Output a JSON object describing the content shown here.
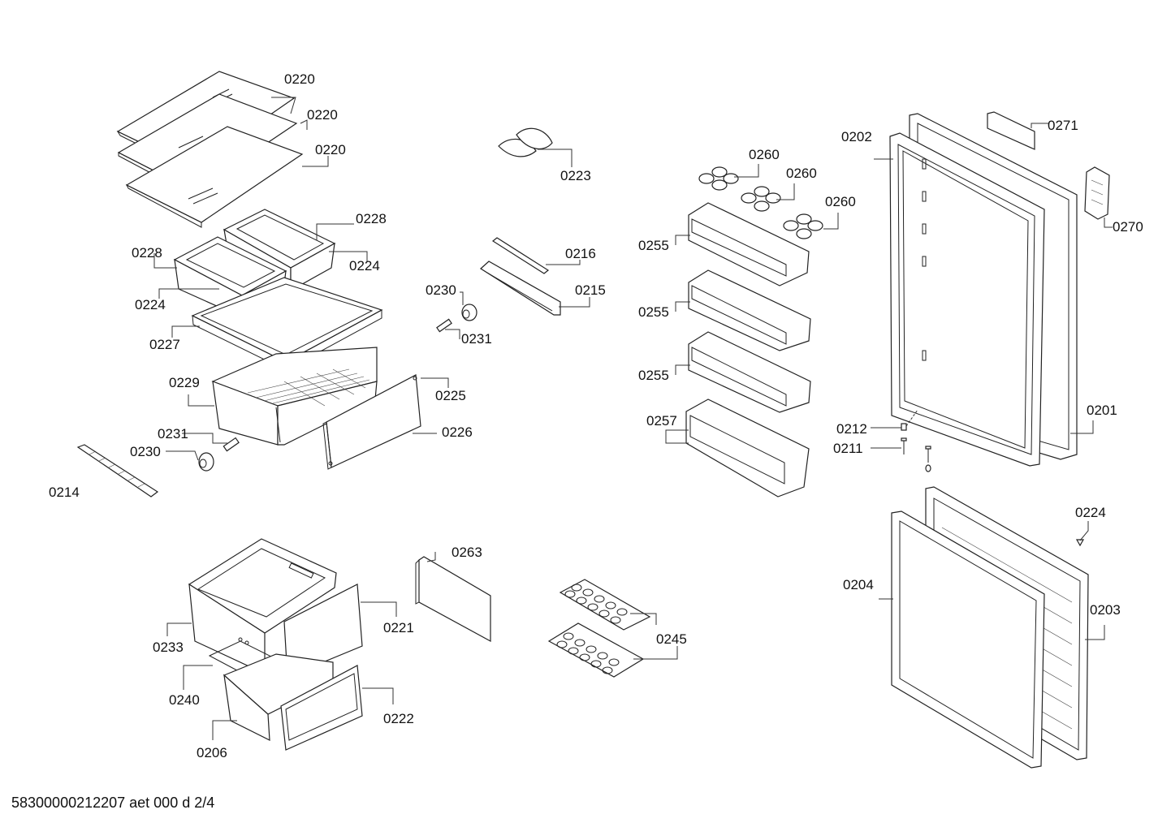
{
  "footer": {
    "document_code": "58300000212207 aet 000 d 2/4"
  },
  "callouts": [
    {
      "text": "0220"
    },
    {
      "text": "0220"
    },
    {
      "text": "0220"
    },
    {
      "text": "0228"
    },
    {
      "text": "0228"
    },
    {
      "text": "0224"
    },
    {
      "text": "0224"
    },
    {
      "text": "0227"
    },
    {
      "text": "0229"
    },
    {
      "text": "0225"
    },
    {
      "text": "0226"
    },
    {
      "text": "0231"
    },
    {
      "text": "0230"
    },
    {
      "text": "0214"
    },
    {
      "text": "0223"
    },
    {
      "text": "0216"
    },
    {
      "text": "0215"
    },
    {
      "text": "0230"
    },
    {
      "text": "0231"
    },
    {
      "text": "0260"
    },
    {
      "text": "0260"
    },
    {
      "text": "0260"
    },
    {
      "text": "0255"
    },
    {
      "text": "0255"
    },
    {
      "text": "0255"
    },
    {
      "text": "0257"
    },
    {
      "text": "0202"
    },
    {
      "text": "0271"
    },
    {
      "text": "0270"
    },
    {
      "text": "0201"
    },
    {
      "text": "0212"
    },
    {
      "text": "0211"
    },
    {
      "text": "0224"
    },
    {
      "text": "0204"
    },
    {
      "text": "0203"
    },
    {
      "text": "0263"
    },
    {
      "text": "0245"
    },
    {
      "text": "0221"
    },
    {
      "text": "0233"
    },
    {
      "text": "0240"
    },
    {
      "text": "0222"
    },
    {
      "text": "0206"
    }
  ]
}
